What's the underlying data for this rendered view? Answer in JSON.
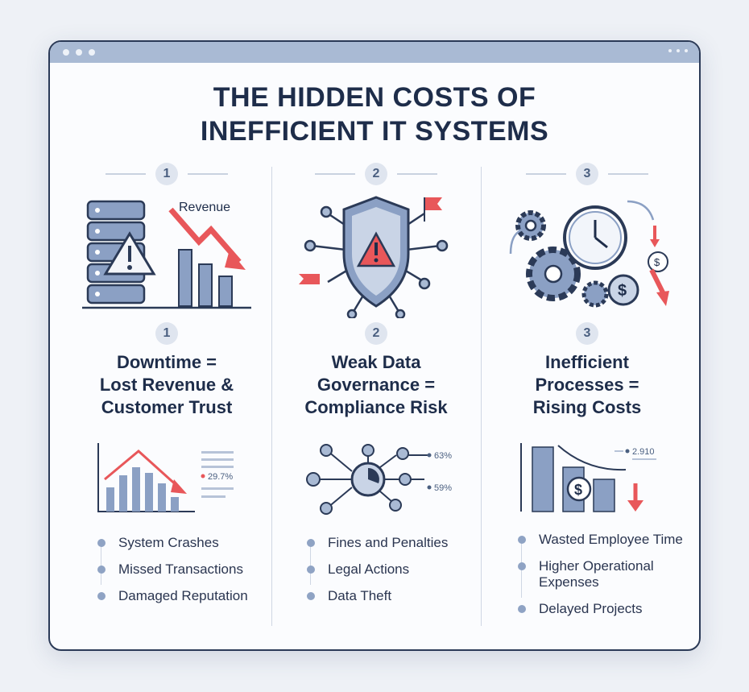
{
  "title_lines": [
    "THE HIDDEN COSTS OF",
    "INEFFICIENT IT SYSTEMS"
  ],
  "colors": {
    "navy": "#1e2d4a",
    "accent_red": "#e8575a",
    "steel_blue": "#7f98c0",
    "header_bar": "#a9bad4"
  },
  "columns": [
    {
      "number": "1",
      "icon": "server-warning-revenue-down-icon",
      "icon_label": "Revenue",
      "heading": [
        "Downtime =",
        "Lost Revenue &",
        "Customer Trust"
      ],
      "chart_label": "29.7%",
      "bullets": [
        "System Crashes",
        "Missed Transactions",
        "Damaged Reputation"
      ]
    },
    {
      "number": "2",
      "icon": "shield-warning-icon",
      "heading": [
        "Weak Data",
        "Governance =",
        "Compliance Risk"
      ],
      "chart_labels": [
        "63%",
        "59%"
      ],
      "bullets": [
        "Fines and Penalties",
        "Legal Actions",
        "Data Theft"
      ]
    },
    {
      "number": "3",
      "icon": "gears-clock-dollar-icon",
      "heading": [
        "Inefficient",
        "Processes =",
        "Rising Costs"
      ],
      "chart_label": "2.910",
      "bullets": [
        "Wasted Employee Time",
        "Higher Operational Expenses",
        "Delayed Projects"
      ]
    }
  ]
}
